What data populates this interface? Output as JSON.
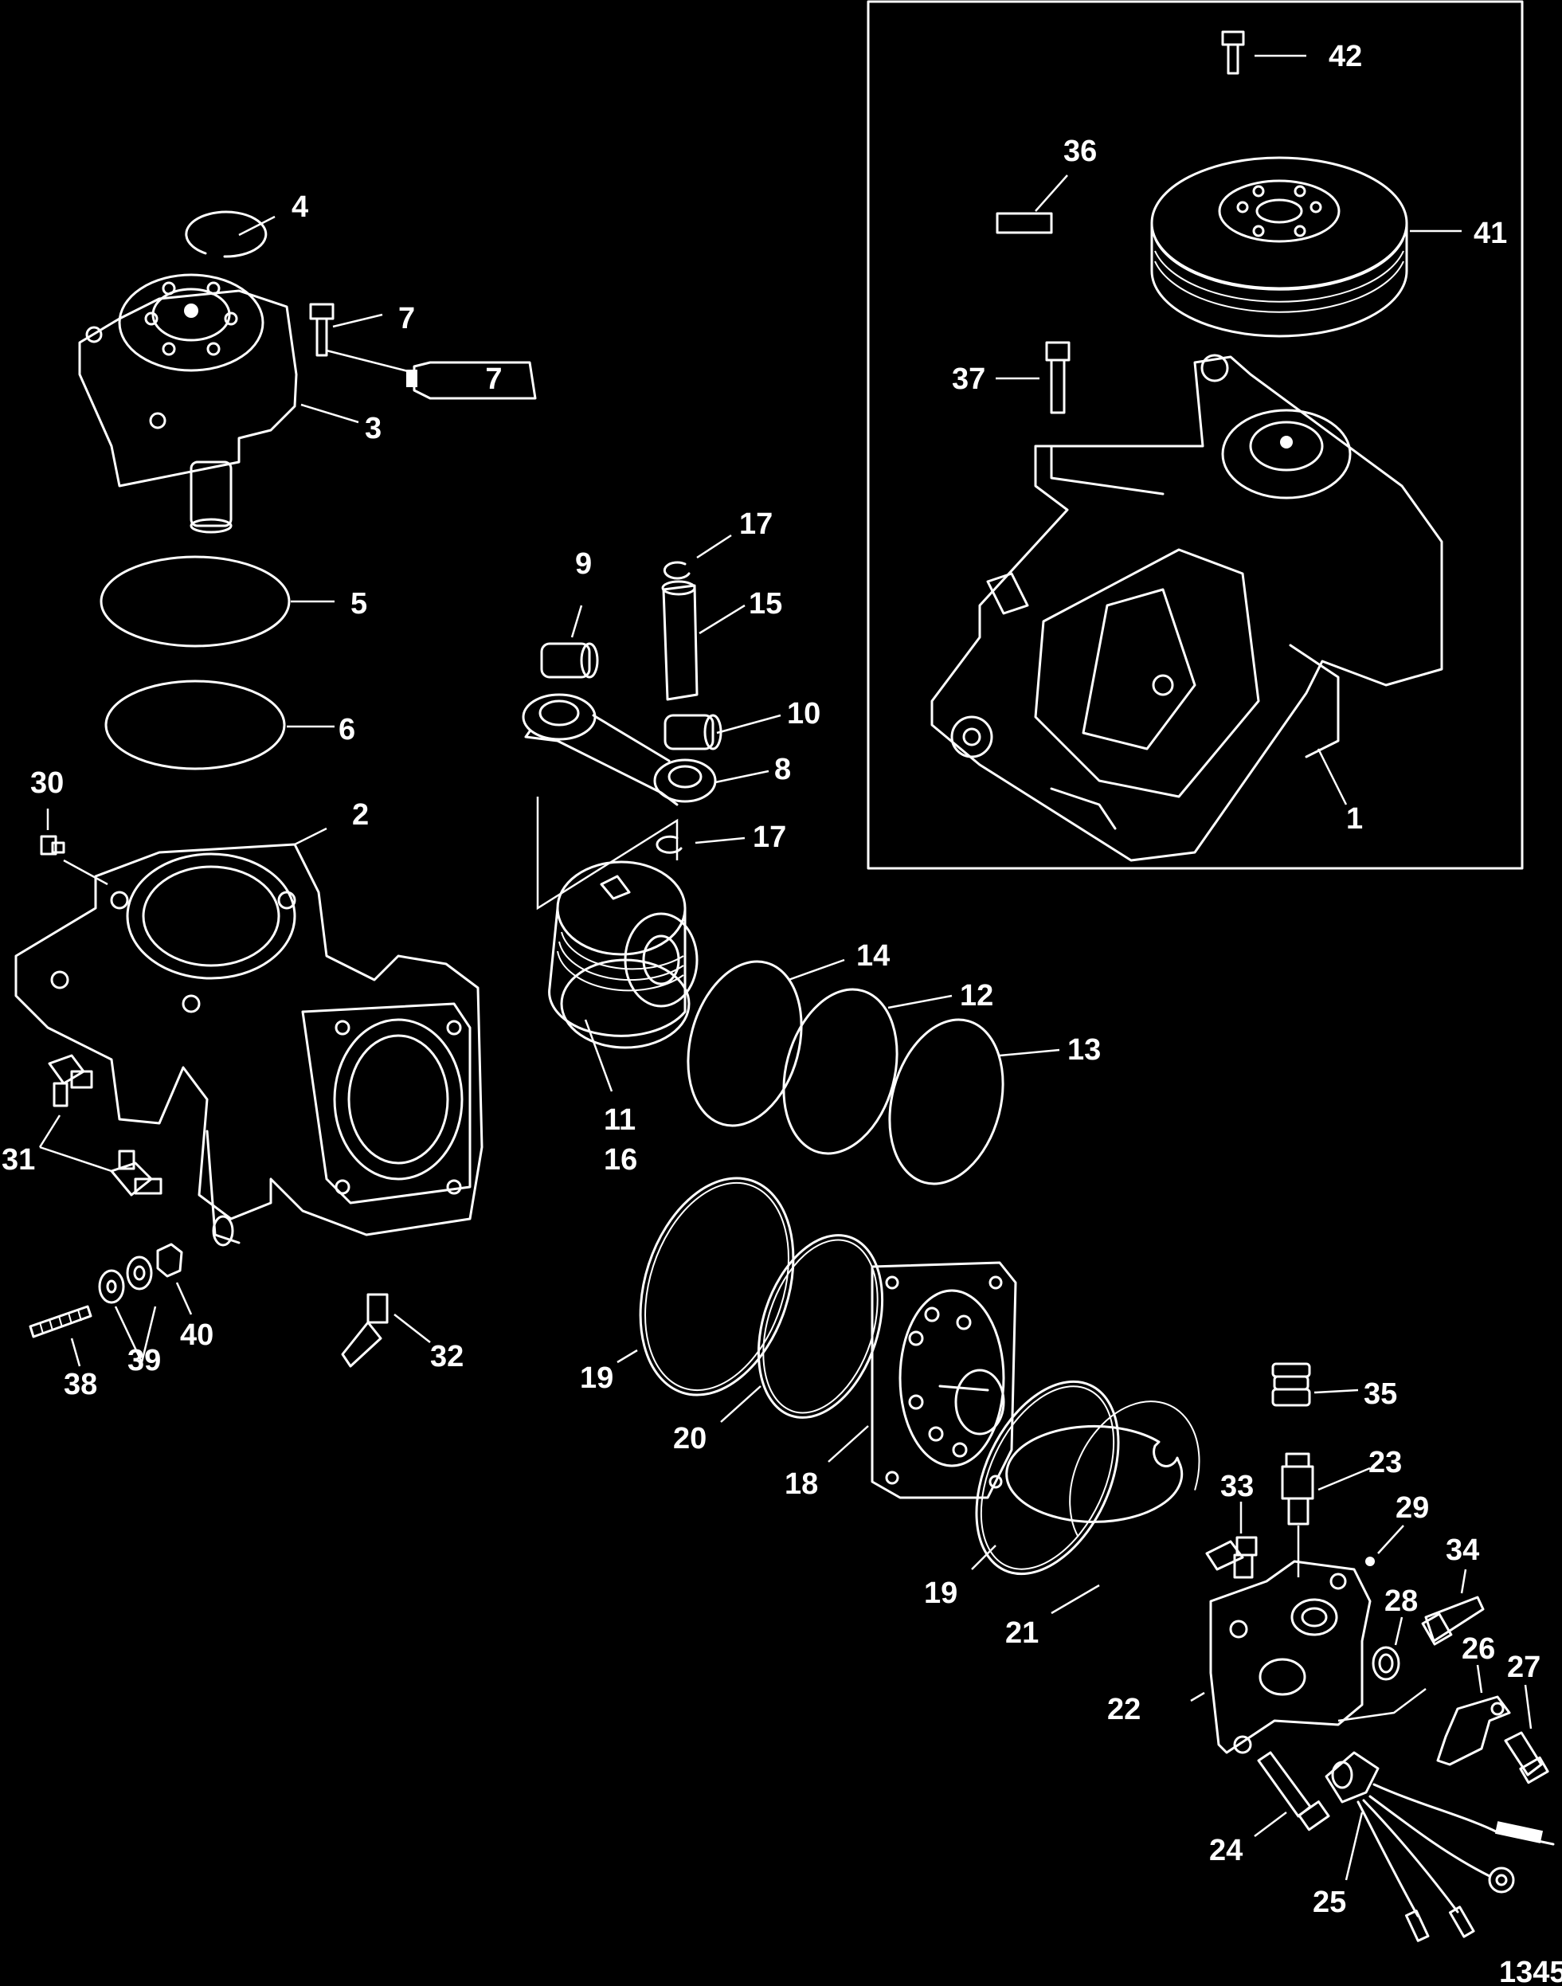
{
  "figure_number": "1345",
  "tube_label": "7",
  "callouts": {
    "c1": "1",
    "c2": "2",
    "c3": "3",
    "c4": "4",
    "c5": "5",
    "c6": "6",
    "c7": "7",
    "c8": "8",
    "c9": "9",
    "c10": "10",
    "c11": "11",
    "c12": "12",
    "c13": "13",
    "c14": "14",
    "c15": "15",
    "c16": "16",
    "c17a": "17",
    "c17b": "17",
    "c18": "18",
    "c19a": "19",
    "c19b": "19",
    "c20": "20",
    "c21": "21",
    "c22": "22",
    "c23": "23",
    "c24": "24",
    "c25": "25",
    "c26": "26",
    "c27": "27",
    "c28": "28",
    "c29": "29",
    "c30": "30",
    "c31": "31",
    "c32": "32",
    "c33": "33",
    "c34": "34",
    "c35": "35",
    "c36": "36",
    "c37": "37",
    "c38": "38",
    "c39": "39",
    "c40": "40",
    "c41": "41",
    "c42": "42"
  },
  "colors": {
    "background": "#000000",
    "line": "#ffffff"
  }
}
